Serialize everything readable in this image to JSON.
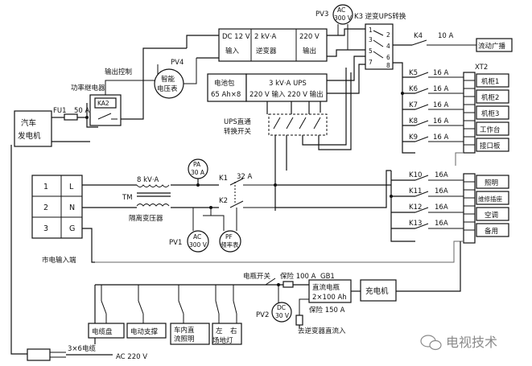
{
  "labels": {
    "pv3": "PV3",
    "ac300_top": "AC",
    "ac300_top_v": "300 V",
    "k3": "K3 逆变UPS转换",
    "dc12": "DC 12 V",
    "inv_in": "输入",
    "kva2": "2 kV·A",
    "inverter": "逆变器",
    "v220_out": "220 V",
    "inv_out": "输出",
    "output_ctrl": "输出控制",
    "pv4": "PV4",
    "smart_meter1": "智能",
    "smart_meter2": "电压表",
    "relay": "功率继电器",
    "ka2": "KA2",
    "fu1": "FU1",
    "a50": "50 A",
    "gen1": "汽车",
    "gen2": "发电机",
    "batt1": "电池包",
    "batt2": "65 Ah×8",
    "ups1": "3 kV·A UPS",
    "ups2": "220 V 输入 220 V 输出",
    "ups_sw1": "UPS直通",
    "ups_sw2": "转换开关",
    "k4": "K4",
    "a10": "10 A",
    "broadcast": "流动广播",
    "xt2": "XT2",
    "k5": "K5",
    "k6": "K6",
    "k7": "K7",
    "k8": "K8",
    "k9": "K9",
    "a16": "16 A",
    "cab1": "机柜1",
    "cab2": "机柜2",
    "cab3": "机柜3",
    "workbench": "工作台",
    "patch": "接口板",
    "k10": "K10",
    "k11": "K11",
    "k12": "K12",
    "k13": "K13",
    "a16b": "16A",
    "lighting": "照明",
    "repair": "维修插座",
    "ac_unit": "空调",
    "spare": "备用",
    "t1": "1",
    "t2": "2",
    "t3": "3",
    "tL": "L",
    "tN": "N",
    "tG": "G",
    "mains": "市电输入端",
    "kva8": "8 kV·A",
    "tm": "TM",
    "iso": "隔离变压器",
    "pa": "PA",
    "a30": "30 A",
    "k1": "K1",
    "k2": "K2",
    "a32": "32 A",
    "pv1": "PV1",
    "ac300_bot": "AC",
    "ac300_bot_v": "300 V",
    "pf1": "PF",
    "pf2": "频率表",
    "bat_sw": "电瓶开关",
    "fuse100": "保险 100 A",
    "gb1": "GB1",
    "dcbat1": "直流电瓶",
    "dcbat2": "2×100 Ah",
    "charger": "充电机",
    "pv2": "PV2",
    "dc30": "DC",
    "dc30_v": "30 V",
    "fuse150": "保险 150 A",
    "to_inv": "去逆变器直流入",
    "cable_reel": "电缆盘",
    "motor_sup": "电动支撑",
    "car_light1": "车内直",
    "car_light2": "流照明",
    "left": "左",
    "right": "右",
    "site_light": "场地灯",
    "cable": "3×6电缆",
    "ac220": "AC 220 V",
    "watermark": "电视技术"
  },
  "icons": [
    "wechat-icon",
    "plug-icon",
    "fuse-symbol",
    "switch-symbol",
    "transformer-symbol",
    "meter-symbol",
    "terminal-block"
  ]
}
